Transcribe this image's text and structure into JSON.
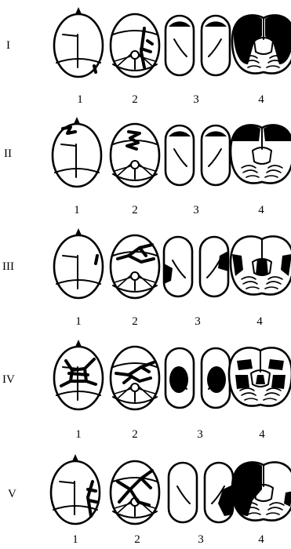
{
  "rows": [
    {
      "label": "I",
      "views": [
        "1",
        "2",
        "3",
        "4"
      ]
    },
    {
      "label": "II",
      "views": [
        "1",
        "2",
        "3",
        "4"
      ]
    },
    {
      "label": "III",
      "views": [
        "1",
        "2",
        "3",
        "4"
      ]
    },
    {
      "label": "IV",
      "views": [
        "1",
        "2",
        "3",
        "4"
      ]
    },
    {
      "label": "V",
      "views": [
        "1",
        "2",
        "3",
        "4"
      ]
    }
  ]
}
